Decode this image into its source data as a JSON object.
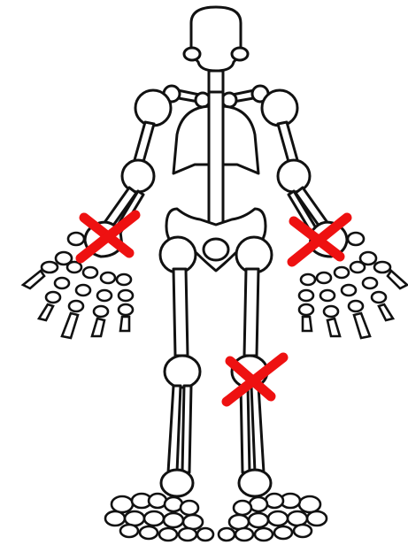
{
  "figure": {
    "subject": "skeleton-front-view",
    "line_color": "#111111",
    "fill_color": "#ffffff",
    "mark_color": "#ee1111"
  },
  "marks": [
    {
      "id": "right-wrist",
      "symbol": "x"
    },
    {
      "id": "left-wrist",
      "symbol": "x"
    },
    {
      "id": "left-knee",
      "symbol": "x"
    }
  ]
}
